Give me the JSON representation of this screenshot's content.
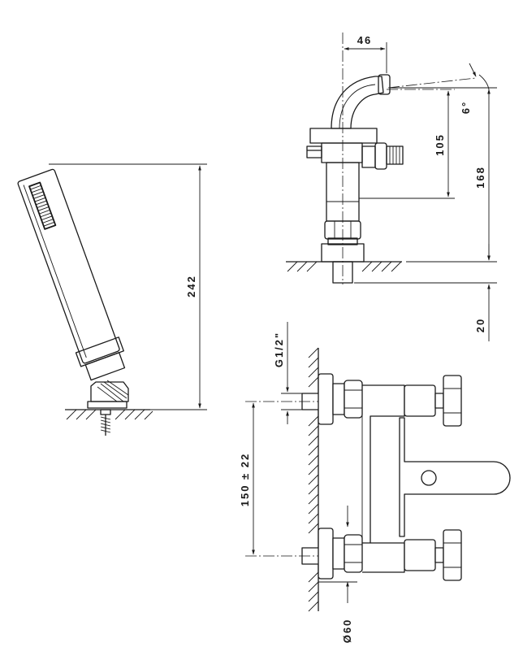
{
  "dimensions": {
    "handshower_length": "242",
    "spout_reach": "46",
    "spout_angle": "6°",
    "spout_height": "105",
    "total_height": "168",
    "base_thickness": "20",
    "thread": "G1/2\"",
    "centers": "150 ± 22",
    "flange_diameter": "Ø60"
  },
  "colors": {
    "line": "#1a1a1a",
    "background": "#ffffff"
  }
}
